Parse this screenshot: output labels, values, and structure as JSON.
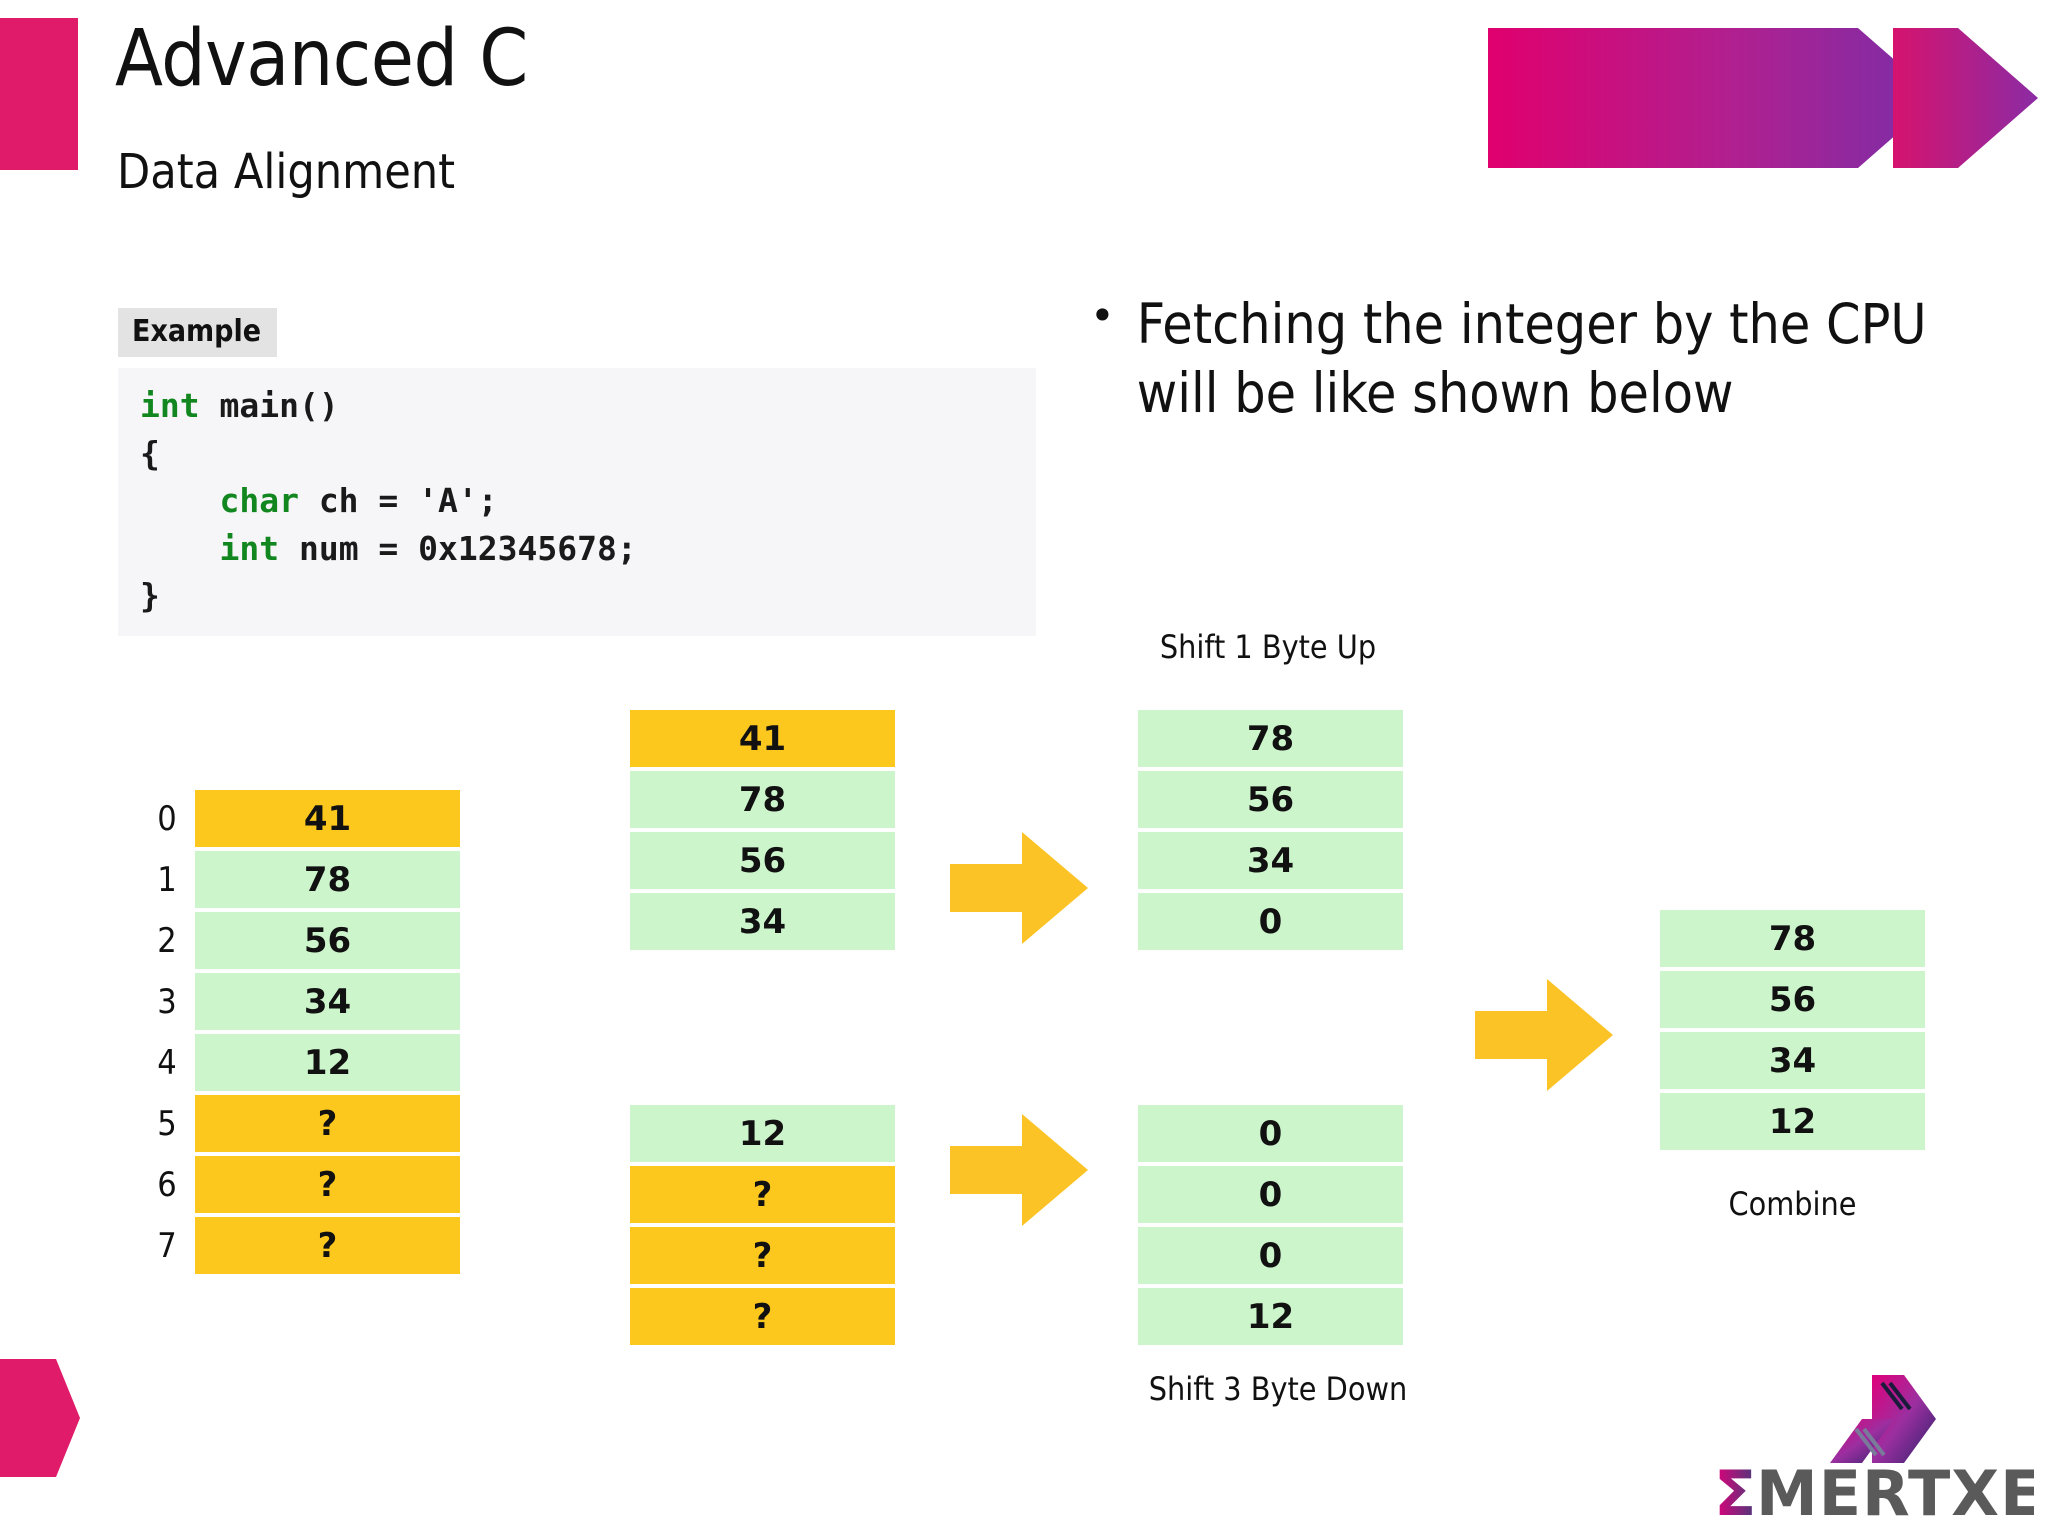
{
  "header": {
    "title": "Advanced C",
    "subtitle": "Data Alignment",
    "accent_pink": "#E01B6A",
    "accent_purple": "#6E3AA8"
  },
  "example": {
    "label": "Example",
    "code_lines": [
      {
        "keyword": "int ",
        "rest": "main()"
      },
      {
        "keyword": "",
        "rest": "{"
      },
      {
        "keyword": "    char ",
        "rest": "ch = 'A';"
      },
      {
        "keyword": "    int ",
        "rest": "num = 0x12345678;"
      },
      {
        "keyword": "",
        "rest": "}"
      }
    ]
  },
  "bullet": {
    "marker": "•",
    "text": "Fetching the integer by the CPU will be like shown below"
  },
  "diagram": {
    "memory_table": {
      "name": "memory",
      "indices": [
        "0",
        "1",
        "2",
        "3",
        "4",
        "5",
        "6",
        "7"
      ],
      "values": [
        "41",
        "78",
        "56",
        "34",
        "12",
        "?",
        "?",
        "?"
      ],
      "colors": [
        "y",
        "g",
        "g",
        "g",
        "g",
        "y",
        "y",
        "y"
      ]
    },
    "fetch_upper": {
      "values": [
        "41",
        "78",
        "56",
        "34"
      ],
      "colors": [
        "y",
        "g",
        "g",
        "g"
      ]
    },
    "fetch_lower": {
      "values": [
        "12",
        "?",
        "?",
        "?"
      ],
      "colors": [
        "g",
        "y",
        "y",
        "y"
      ]
    },
    "shift_up": {
      "caption": "Shift 1 Byte Up",
      "values": [
        "78",
        "56",
        "34",
        "0"
      ],
      "colors": [
        "g",
        "g",
        "g",
        "g"
      ]
    },
    "shift_down": {
      "caption": "Shift 3 Byte Down",
      "values": [
        "0",
        "0",
        "0",
        "12"
      ],
      "colors": [
        "g",
        "g",
        "g",
        "g"
      ]
    },
    "combine": {
      "caption": "Combine",
      "values": [
        "78",
        "56",
        "34",
        "12"
      ],
      "colors": [
        "g",
        "g",
        "g",
        "g"
      ]
    },
    "cell_green": "#CCF5CC",
    "cell_yellow": "#FDC81E",
    "arrow_color": "#FBC326"
  },
  "logo": {
    "text": "MERTXE",
    "sigma": "Σ"
  }
}
